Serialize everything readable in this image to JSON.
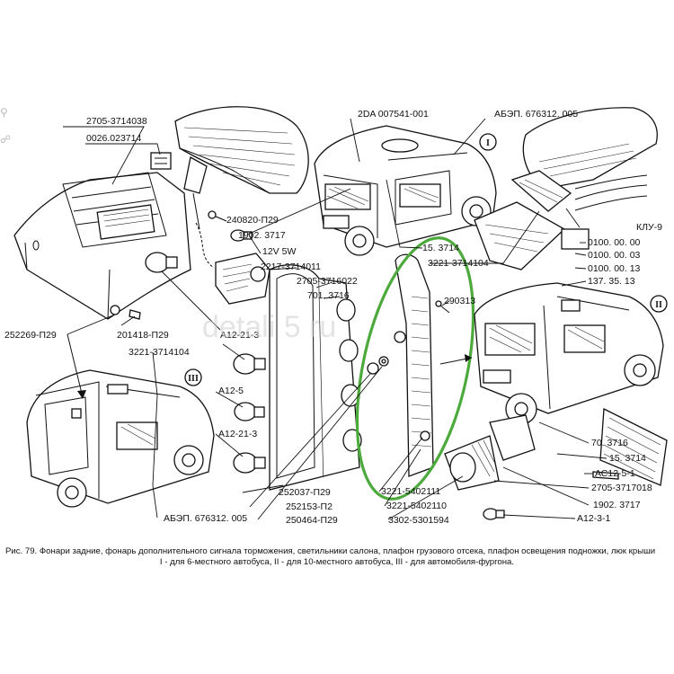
{
  "watermark": "detali 5 ru",
  "roman": {
    "i": "I",
    "ii": "II",
    "iii": "III"
  },
  "labels": {
    "l01": "2705-3714038",
    "l02": "0026.023714",
    "l03": "2DA 007541-001",
    "l04": "АБЭП. 676312. 005",
    "l05": "240820-П29",
    "l06": "1902. 3717",
    "l07": "12V 5W",
    "l08": "2217-3714011",
    "l09": "15. 3714",
    "l10": "3221-3714104",
    "l11": "КЛУ-9",
    "l12": "0100. 00. 00",
    "l13": "0100. 00. 03",
    "l14": "0100. 00. 13",
    "l15": "137. 35. 13",
    "l16": "2705-3716022",
    "l17": "701. 3716",
    "l18": "290313",
    "l19": "252269-П29",
    "l20": "201418-П29",
    "l21": "A12-21-3",
    "l22": "3221-3714104",
    "l23": "A12-5",
    "l24": "A12-21-3",
    "l25": "252037-П29",
    "l26": "252153-П2",
    "l27": "250464-П29",
    "l28": "3221-5402111",
    "l29": "3221-5402110",
    "l30": "3302-5301594",
    "l31": "АБЭП. 676312. 005",
    "l32": "70. 3716",
    "l33": "15. 3714",
    "l34": "АС12-5-1",
    "l35": "2705-3717018",
    "l36": "1902. 3717",
    "l37": "A12-3-1"
  },
  "caption": {
    "line1": "Рис. 79. Фонари задние, фонарь дополнительного сигнала торможения, светильники салона, плафон грузового отсека, плафон освещения подножки, люк крыши",
    "line2": "I - для 6-местного автобуса, II - для 10-местного автобуса, III - для автомобиля-фургона."
  },
  "colors": {
    "ink": "#111111",
    "highlight": "#4caa3c",
    "background": "#ffffff"
  }
}
